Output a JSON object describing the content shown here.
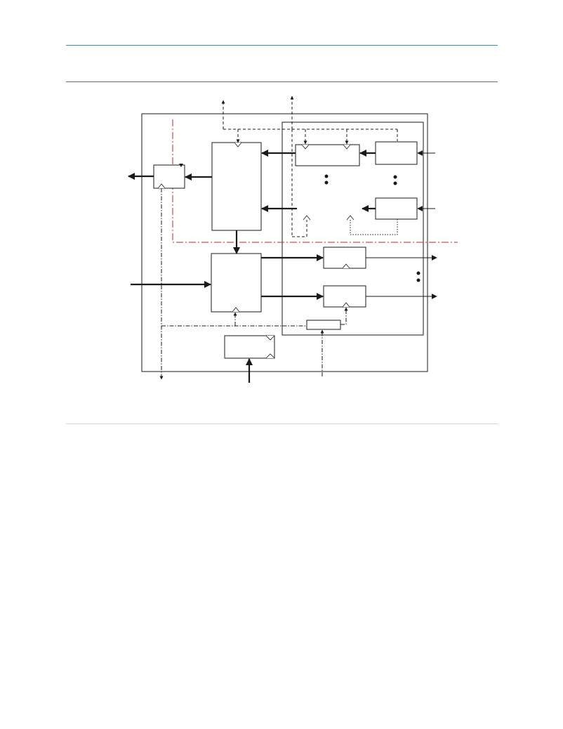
{
  "page": {
    "header_rule_color": "#2f8fb5",
    "section_rule_color": "#6a6a6a",
    "footer_rule_color": "#d4d4d4"
  },
  "diagram": {
    "type": "block-diagram",
    "line_color": "#1a1a1a",
    "boundary_color": "#c0272d",
    "line_styles": [
      "solid",
      "thick-solid",
      "dashed",
      "dotted",
      "dash-dot"
    ],
    "labels": []
  }
}
